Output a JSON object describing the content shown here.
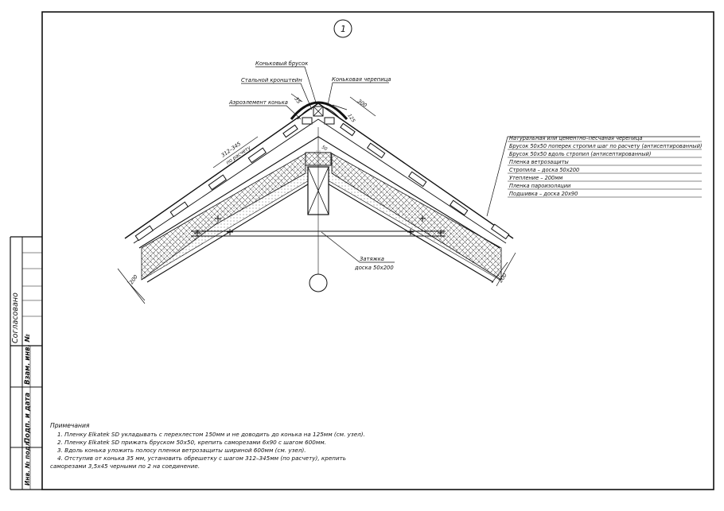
{
  "sheet": {
    "detail_number": "1"
  },
  "side_stamp": {
    "agreed": "Согласовано",
    "replaced_inv": "Взам. инв. №",
    "sign_date": "Подп. и дата",
    "inv_original": "Инв. № подл."
  },
  "callouts": {
    "ridge_bar": "Коньковый брусок",
    "steel_bracket": "Стальной кронштейн",
    "ridge_tile": "Коньковая черепица",
    "ridge_aero": "Аэроэлемент конька",
    "tie_beam_1": "Затяжка",
    "tie_beam_2": "доска 50х200"
  },
  "layers": [
    "Натуральная или цементно–песчаная черепица",
    "Брусок 50х50 поперек стропил шаг по расчету (антисептированный)",
    "Брусок 50х50 вдоль стропил (антисептированный)",
    "Пленка ветрозащиты",
    "Стропила – доска 50х200",
    "Утепление – 200мм",
    "Пленка пароизоляции",
    "Подшивка – доска 20х90"
  ],
  "dimensions": {
    "offset_35": "35",
    "ridge_300": "300",
    "overlap_125": "125",
    "batten_step": "312–345",
    "batten_step_note": "по расчету",
    "left_200": "200",
    "right_200": "200",
    "inner_50": "50"
  },
  "notes": {
    "title": "Примечания",
    "items": [
      "1. Пленку Elkatek SD укладывать с перехлестом 150мм и не доводить до конька на 125мм (см. узел).",
      "2. Пленку Elkatek SD прижать бруском 50х50, крепить саморезами 6х90 с шагом 600мм.",
      "3. Вдоль конька уложить полосу пленки ветрозащиты шириной 600мм (см. узел).",
      "4. Отступив от конька 35 мм, установить обрешетку с шагом 312–345мм (по расчету), крепить",
      "саморезами 3,5х45 черными по 2 на соединение."
    ]
  }
}
